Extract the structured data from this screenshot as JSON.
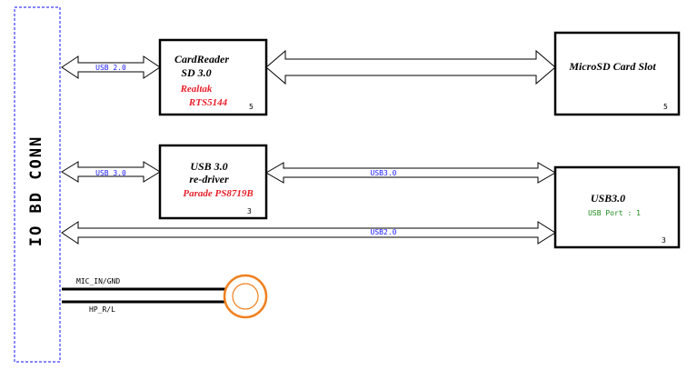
{
  "connector": {
    "label": "IO BD CONN"
  },
  "blocks": {
    "cardreader": {
      "line1": "CardReader",
      "line2": "SD 3.0",
      "vendor1": "Realtak",
      "vendor2": "RTS5144",
      "page": "5"
    },
    "microsd": {
      "title": "MicroSD Card Slot",
      "page": "5"
    },
    "usb3_redriver": {
      "line1": "USB 3.0",
      "line2": "re-driver",
      "vendor": "Parade PS8719B",
      "page": "3"
    },
    "usb3_port": {
      "title": "USB3.0",
      "subtitle": "USB Port : 1",
      "page": "3"
    }
  },
  "buses": {
    "usb20_cardreader": "USB 2.0",
    "usb30_redriver": "USB 3.0",
    "usb3_link": "USB3.0",
    "usb2_link": "USB2.0"
  },
  "audio": {
    "mic_label": "MIC_IN/GND",
    "hp_label": "HP_R/L"
  },
  "colors": {
    "bus_blue": "#1a1aff",
    "vendor_red": "#e8202a",
    "green": "#1a8c1a",
    "jack_orange": "#f0801e",
    "frame_blue": "#3c3cff"
  }
}
